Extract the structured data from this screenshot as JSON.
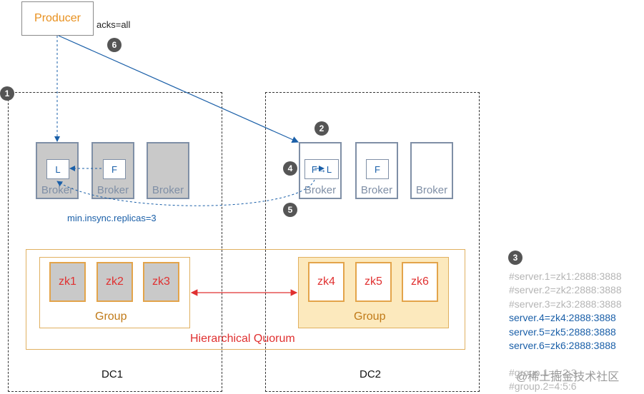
{
  "producer": {
    "label": "Producer",
    "acks": "acks=all"
  },
  "dc1": {
    "label": "DC1",
    "brokers": [
      {
        "label": "Broker",
        "replica": "L"
      },
      {
        "label": "Broker",
        "replica": "F"
      },
      {
        "label": "Broker",
        "replica": ""
      }
    ],
    "min_isr": "min.insync.replicas=3",
    "zk_nodes": [
      "zk1",
      "zk2",
      "zk3"
    ],
    "group_label": "Group"
  },
  "dc2": {
    "label": "DC2",
    "brokers": [
      {
        "label": "Broker",
        "replica": "F→L"
      },
      {
        "label": "Broker",
        "replica": "F"
      },
      {
        "label": "Broker",
        "replica": ""
      }
    ],
    "zk_nodes": [
      "zk4",
      "zk5",
      "zk6"
    ],
    "group_label": "Group"
  },
  "quorum_label": "Hierarchical Quorum",
  "steps": [
    "1",
    "2",
    "3",
    "4",
    "5",
    "6"
  ],
  "config": {
    "commented": [
      "#server.1=zk1:2888:3888",
      "#server.2=zk2:2888:3888",
      "#server.3=zk3:2888:3888"
    ],
    "active": [
      "server.4=zk4:2888:3888",
      "server.5=zk5:2888:3888",
      "server.6=zk6:2888:3888"
    ],
    "groups": [
      "#group.1=1:2:3",
      "#group.2=4:5:6"
    ]
  },
  "watermark": "@稀土掘金技术社区",
  "colors": {
    "blue": "#1a5fa8",
    "orange": "#e8901e",
    "red": "#e03030",
    "broker_border": "#7f8fa6",
    "group_fill": "#fce9bd"
  }
}
